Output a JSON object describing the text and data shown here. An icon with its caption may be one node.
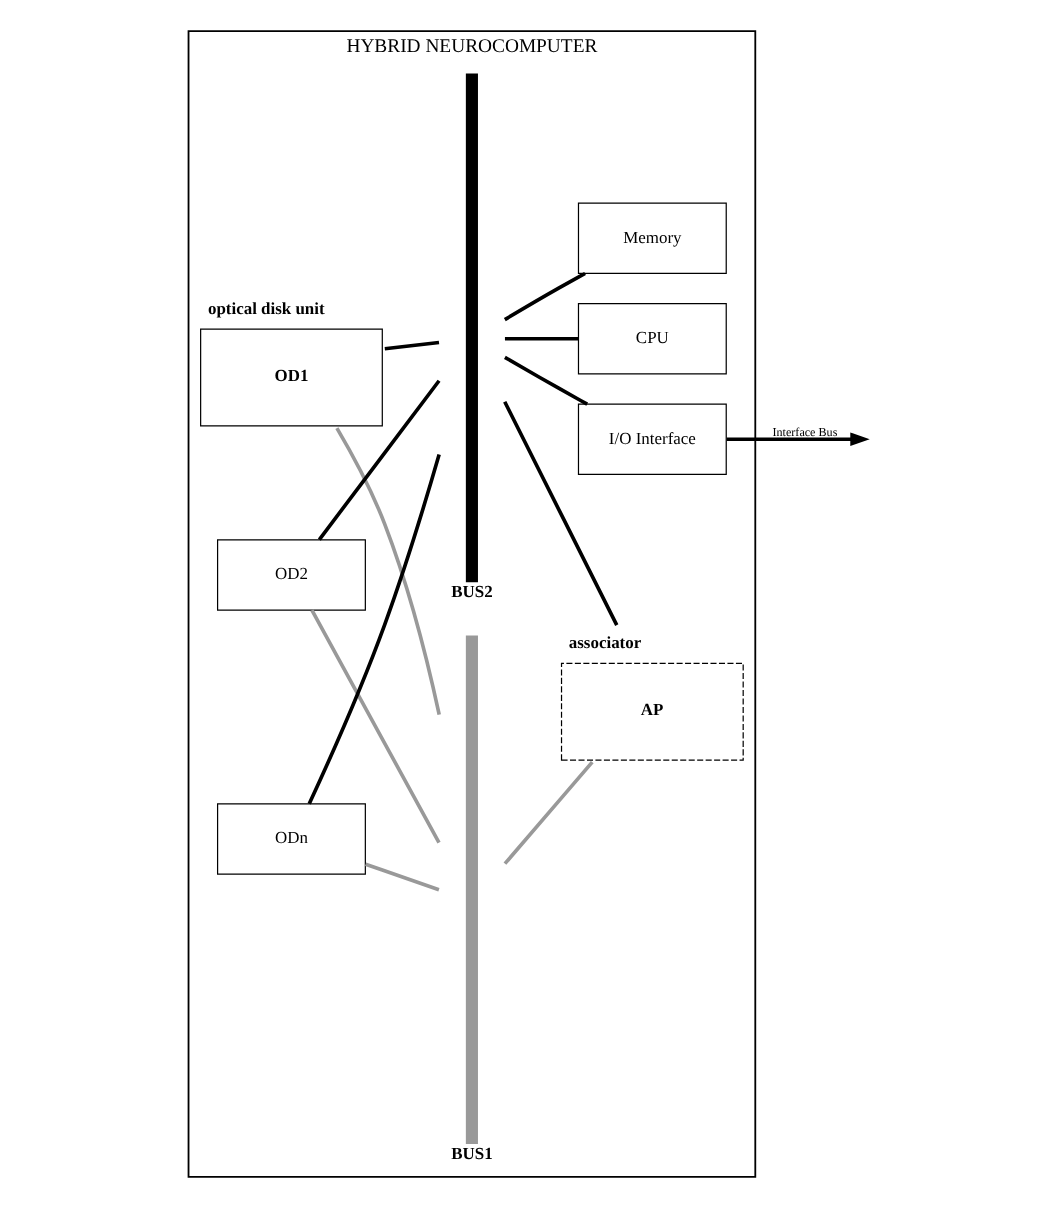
{
  "diagram": {
    "nodes": [
      {
        "text": [
          "HYBRID NEUROCOMPUTER"
        ]
      },
      {
        "text": [
          "BUS1"
        ],
        "in": 0
      },
      {
        "text": [
          "BUS2"
        ],
        "in": 0
      },
      {
        "text": [
          "optical disk unit",
          "OD1"
        ],
        "in": 0
      },
      {
        "text": [
          "OD2"
        ],
        "in": 0
      },
      {
        "text": [
          "ODn"
        ],
        "in": 0
      },
      {
        "text": [
          "associator",
          "AP"
        ],
        "in": 0
      },
      {
        "text": [
          "CPU"
        ],
        "in": 0
      },
      {
        "text": [
          "Memory"
        ],
        "in": 0
      },
      {
        "text": [
          "I/O Interface"
        ],
        "in": 0
      }
    ],
    "edges": [
      {
        "from": 3,
        "to": 2,
        "arrow": "none"
      },
      {
        "from": 3,
        "to": 1,
        "arrow": "none",
        "color": "#999999"
      },
      {
        "from": 4,
        "to": 2,
        "arrow": "none"
      },
      {
        "from": 4,
        "to": 1,
        "arrow": "none",
        "color": "#999999"
      },
      {
        "from": 5,
        "to": 2,
        "arrow": "none"
      },
      {
        "from": 5,
        "to": 1,
        "arrow": "none",
        "color": "#999999"
      },
      {
        "from": 2,
        "to": 6,
        "arrow": "none"
      },
      {
        "from": 1,
        "to": 6,
        "arrow": "none",
        "color": "#999999"
      },
      {
        "from": 2,
        "to": 7,
        "arrow": "none"
      },
      {
        "from": 2,
        "to": 8,
        "arrow": "none"
      },
      {
        "from": 2,
        "to": 9,
        "arrow": "none"
      },
      {
        "from": 9,
        "to": null,
        "arrow": "to",
        "label": "Interface Bus"
      }
    ]
  }
}
